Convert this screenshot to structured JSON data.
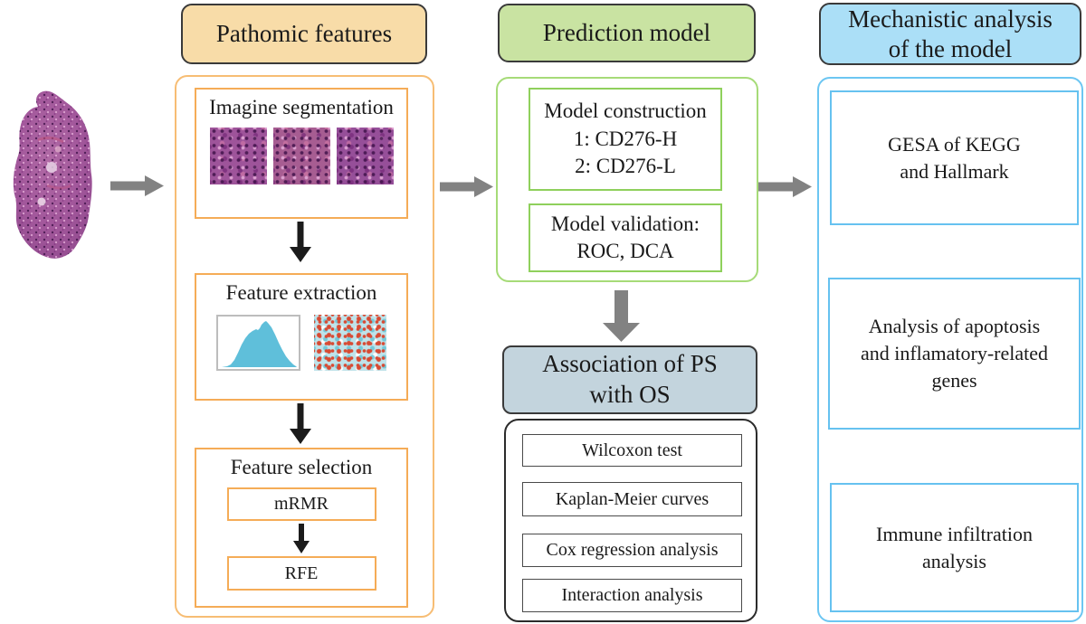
{
  "colors": {
    "pathomic_header_fill": "#F8DCA8",
    "pathomic_border": "#F5AC57",
    "prediction_header_fill": "#C9E3A2",
    "prediction_border": "#8FD05C",
    "mechanistic_header_fill": "#ABDFF7",
    "mechanistic_border": "#66C2F0",
    "association_fill": "#C3D4DD",
    "dark_border": "#3A3A3A",
    "gray_arrow": "#828282",
    "black_arrow": "#1B1B1B",
    "histogram_fill": "#5FBFDA"
  },
  "icons": {
    "arrow_right": "→",
    "arrow_down": "↓"
  },
  "pathomic": {
    "header": "Pathomic features",
    "segmentation_title": "Imagine segmentation",
    "extraction_title": "Feature extraction",
    "selection_title": "Feature selection",
    "mrmr": "mRMR",
    "rfe": "RFE"
  },
  "prediction": {
    "header": "Prediction model",
    "construction": "Model construction\n1: CD276-H\n2: CD276-L",
    "validation": "Model validation:\nROC, DCA",
    "association": "Association of PS\nwith OS",
    "tests": [
      "Wilcoxon test",
      "Kaplan-Meier curves",
      "Cox regression analysis",
      "Interaction analysis"
    ]
  },
  "mechanistic": {
    "header": "Mechanistic analysis\nof the model",
    "items": [
      "GESA of KEGG\nand Hallmark",
      "Analysis of apoptosis\nand inflamatory-related\ngenes",
      "Immune infiltration\nanalysis"
    ]
  }
}
